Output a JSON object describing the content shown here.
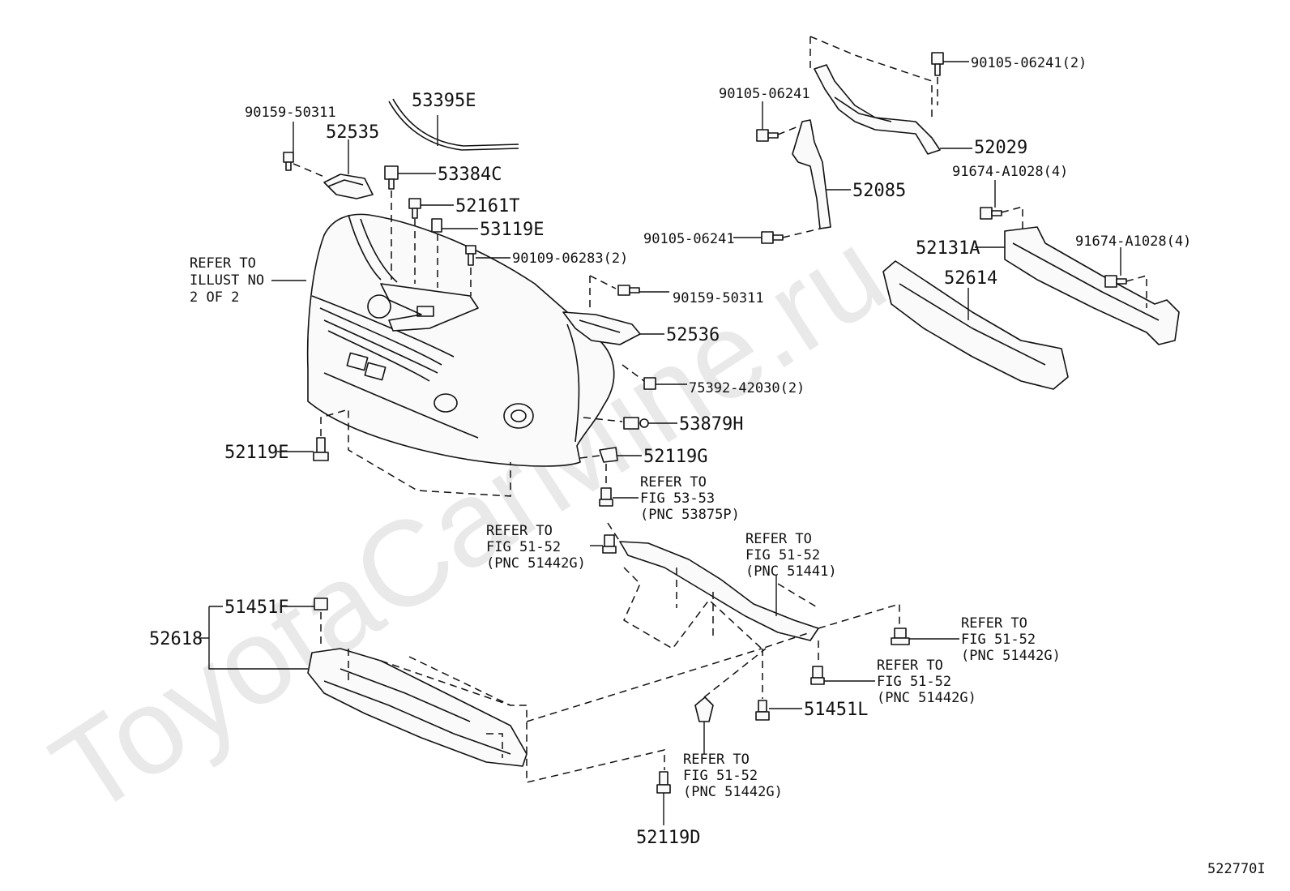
{
  "watermark": "ToyotaCarMine.ru",
  "figure_id": "522770I",
  "parts": {
    "p53395E": "53395E",
    "p90159_50311_a": "90159-50311",
    "p52535": "52535",
    "p53384C": "53384C",
    "p52161T": "52161T",
    "p53119E": "53119E",
    "p90109_06283": "90109-06283(2)",
    "p90159_50311_b": "90159-50311",
    "p52536": "52536",
    "p75392_42030": "75392-42030(2)",
    "p53879H": "53879H",
    "p52119G": "52119G",
    "p52119E": "52119E",
    "p90105_06241_top": "90105-06241(2)",
    "p90105_06241_mid": "90105-06241",
    "p52029": "52029",
    "p52085": "52085",
    "p90105_06241_bot": "90105-06241",
    "p91674_A1028_a": "91674-A1028(4)",
    "p52131A": "52131A",
    "p91674_A1028_b": "91674-A1028(4)",
    "p52614": "52614",
    "p51451F": "51451F",
    "p52618": "52618",
    "p51451L": "51451L",
    "p52119D": "52119D"
  },
  "refs": {
    "illust": [
      "REFER TO",
      "ILLUST NO",
      "2 OF 2"
    ],
    "fig5353": [
      "REFER TO",
      "FIG 53-53",
      "(PNC 53875P)"
    ],
    "fig5152_left": [
      "REFER TO",
      "FIG 51-52",
      "(PNC 51442G)"
    ],
    "fig5152_pnc51441": [
      "REFER TO",
      "FIG 51-52",
      "(PNC 51441)"
    ],
    "fig5152_right_top": [
      "REFER TO",
      "FIG 51-52",
      "(PNC 51442G)"
    ],
    "fig5152_right_mid": [
      "REFER TO",
      "FIG 51-52",
      "(PNC 51442G)"
    ],
    "fig5152_bottom": [
      "REFER TO",
      "FIG 51-52",
      "(PNC 51442G)"
    ]
  }
}
